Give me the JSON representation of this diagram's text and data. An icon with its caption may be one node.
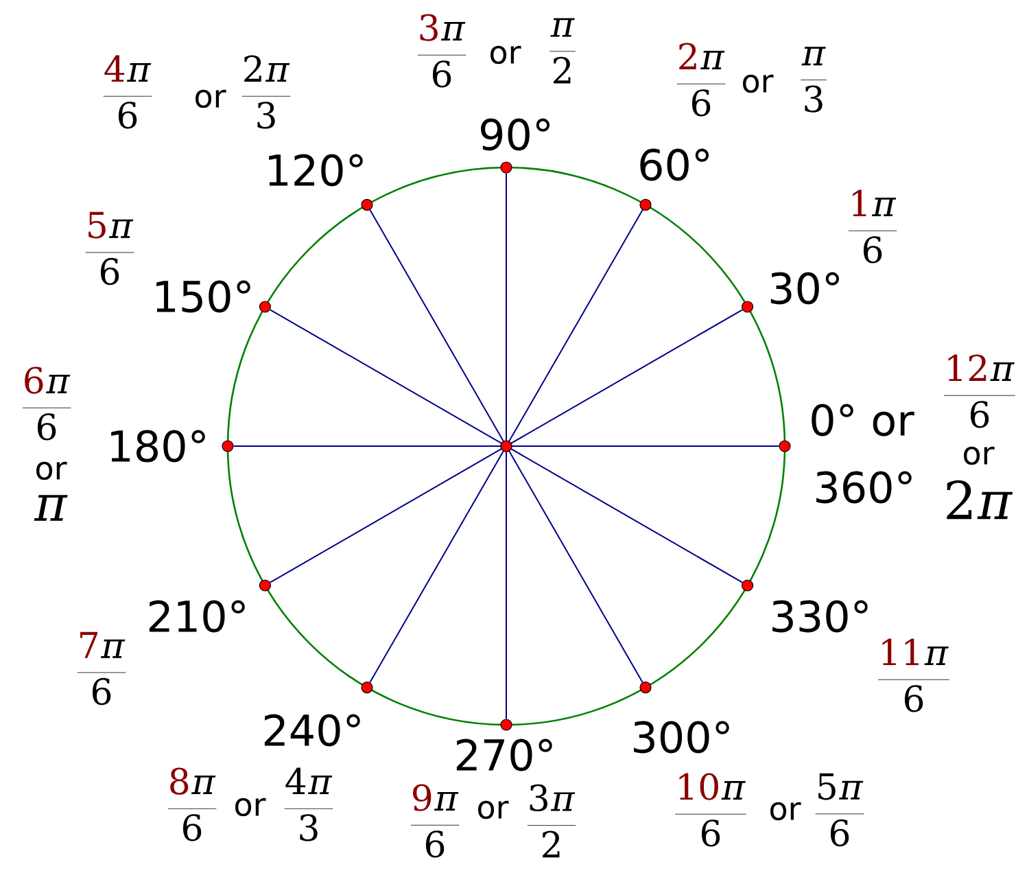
{
  "diagram": {
    "nodes": [
      {
        "text": [],
        "shape": "circle",
        "beside": [
          "90°",
          "\\frac{\\textcolor{dred}{3}\\pi}{6}",
          "or",
          "\\frac{\\pi}{2}"
        ]
      },
      {
        "text": [],
        "shape": "circle",
        "beside": [
          "120°",
          "\\frac{\\textcolor{dred}{4}\\pi}{6}",
          "or",
          "\\frac{2\\pi}{3}"
        ]
      },
      {
        "text": [],
        "shape": "circle",
        "beside": [
          "60°",
          "\\frac{\\textcolor{dred}{2}\\pi}{6}",
          "or",
          "\\frac{\\pi}{3}"
        ]
      },
      {
        "text": [],
        "shape": "circle",
        "beside": [
          "150°",
          "\\frac{\\textcolor{dred}{5}\\pi}{6}"
        ]
      },
      {
        "text": [],
        "shape": "circle",
        "beside": [
          "30°",
          "\\frac{\\textcolor{dred}{1}\\pi}{6}"
        ]
      },
      {
        "text": [],
        "shape": "circle",
        "beside": [
          "180°",
          "\\frac{\\textcolor{dred}{6}\\pi}{6}",
          "or",
          "\\pi"
        ]
      },
      {
        "text": [],
        "shape": "circle"
      },
      {
        "text": [],
        "shape": "circle",
        "beside": [
          "0° or",
          "360°",
          "\\frac{\\textcolor{dred}{12}\\pi}{6}",
          "or",
          "2\\pi"
        ]
      },
      {
        "text": [],
        "shape": "circle",
        "beside": [
          "210°",
          "\\frac{\\textcolor{dred}{7}\\pi}{6}"
        ]
      },
      {
        "text": [],
        "shape": "circle",
        "beside": [
          "330°",
          "\\frac{\\textcolor{dred}{11}\\pi}{6}"
        ]
      },
      {
        "text": [],
        "shape": "circle",
        "beside": [
          "240°",
          "\\frac{\\textcolor{dred}{8}\\pi}{6}",
          "or",
          "\\frac{4\\pi}{3}"
        ]
      },
      {
        "text": [],
        "shape": "circle",
        "beside": [
          "300°",
          "\\frac{\\textcolor{dred}{10}\\pi}{6}",
          "or",
          "\\frac{5\\pi}{6}"
        ]
      },
      {
        "text": [],
        "shape": "circle",
        "beside": [
          "270°",
          "\\frac{\\textcolor{dred}{9}\\pi}{6}",
          "or",
          "\\frac{3\\pi}{2}"
        ]
      }
    ],
    "edges": [
      {
        "from": 6,
        "to": 0,
        "arrow": "none"
      },
      {
        "from": 6,
        "to": 1,
        "arrow": "none"
      },
      {
        "from": 6,
        "to": 2,
        "arrow": "none"
      },
      {
        "from": 6,
        "to": 3,
        "arrow": "none"
      },
      {
        "from": 6,
        "to": 4,
        "arrow": "none"
      },
      {
        "from": 6,
        "to": 5,
        "arrow": "none"
      },
      {
        "from": 6,
        "to": 7,
        "arrow": "none"
      },
      {
        "from": 6,
        "to": 8,
        "arrow": "none"
      },
      {
        "from": 6,
        "to": 9,
        "arrow": "none"
      },
      {
        "from": 6,
        "to": 10,
        "arrow": "none"
      },
      {
        "from": 6,
        "to": 11,
        "arrow": "none"
      },
      {
        "from": 6,
        "to": 12,
        "arrow": "none"
      }
    ]
  }
}
